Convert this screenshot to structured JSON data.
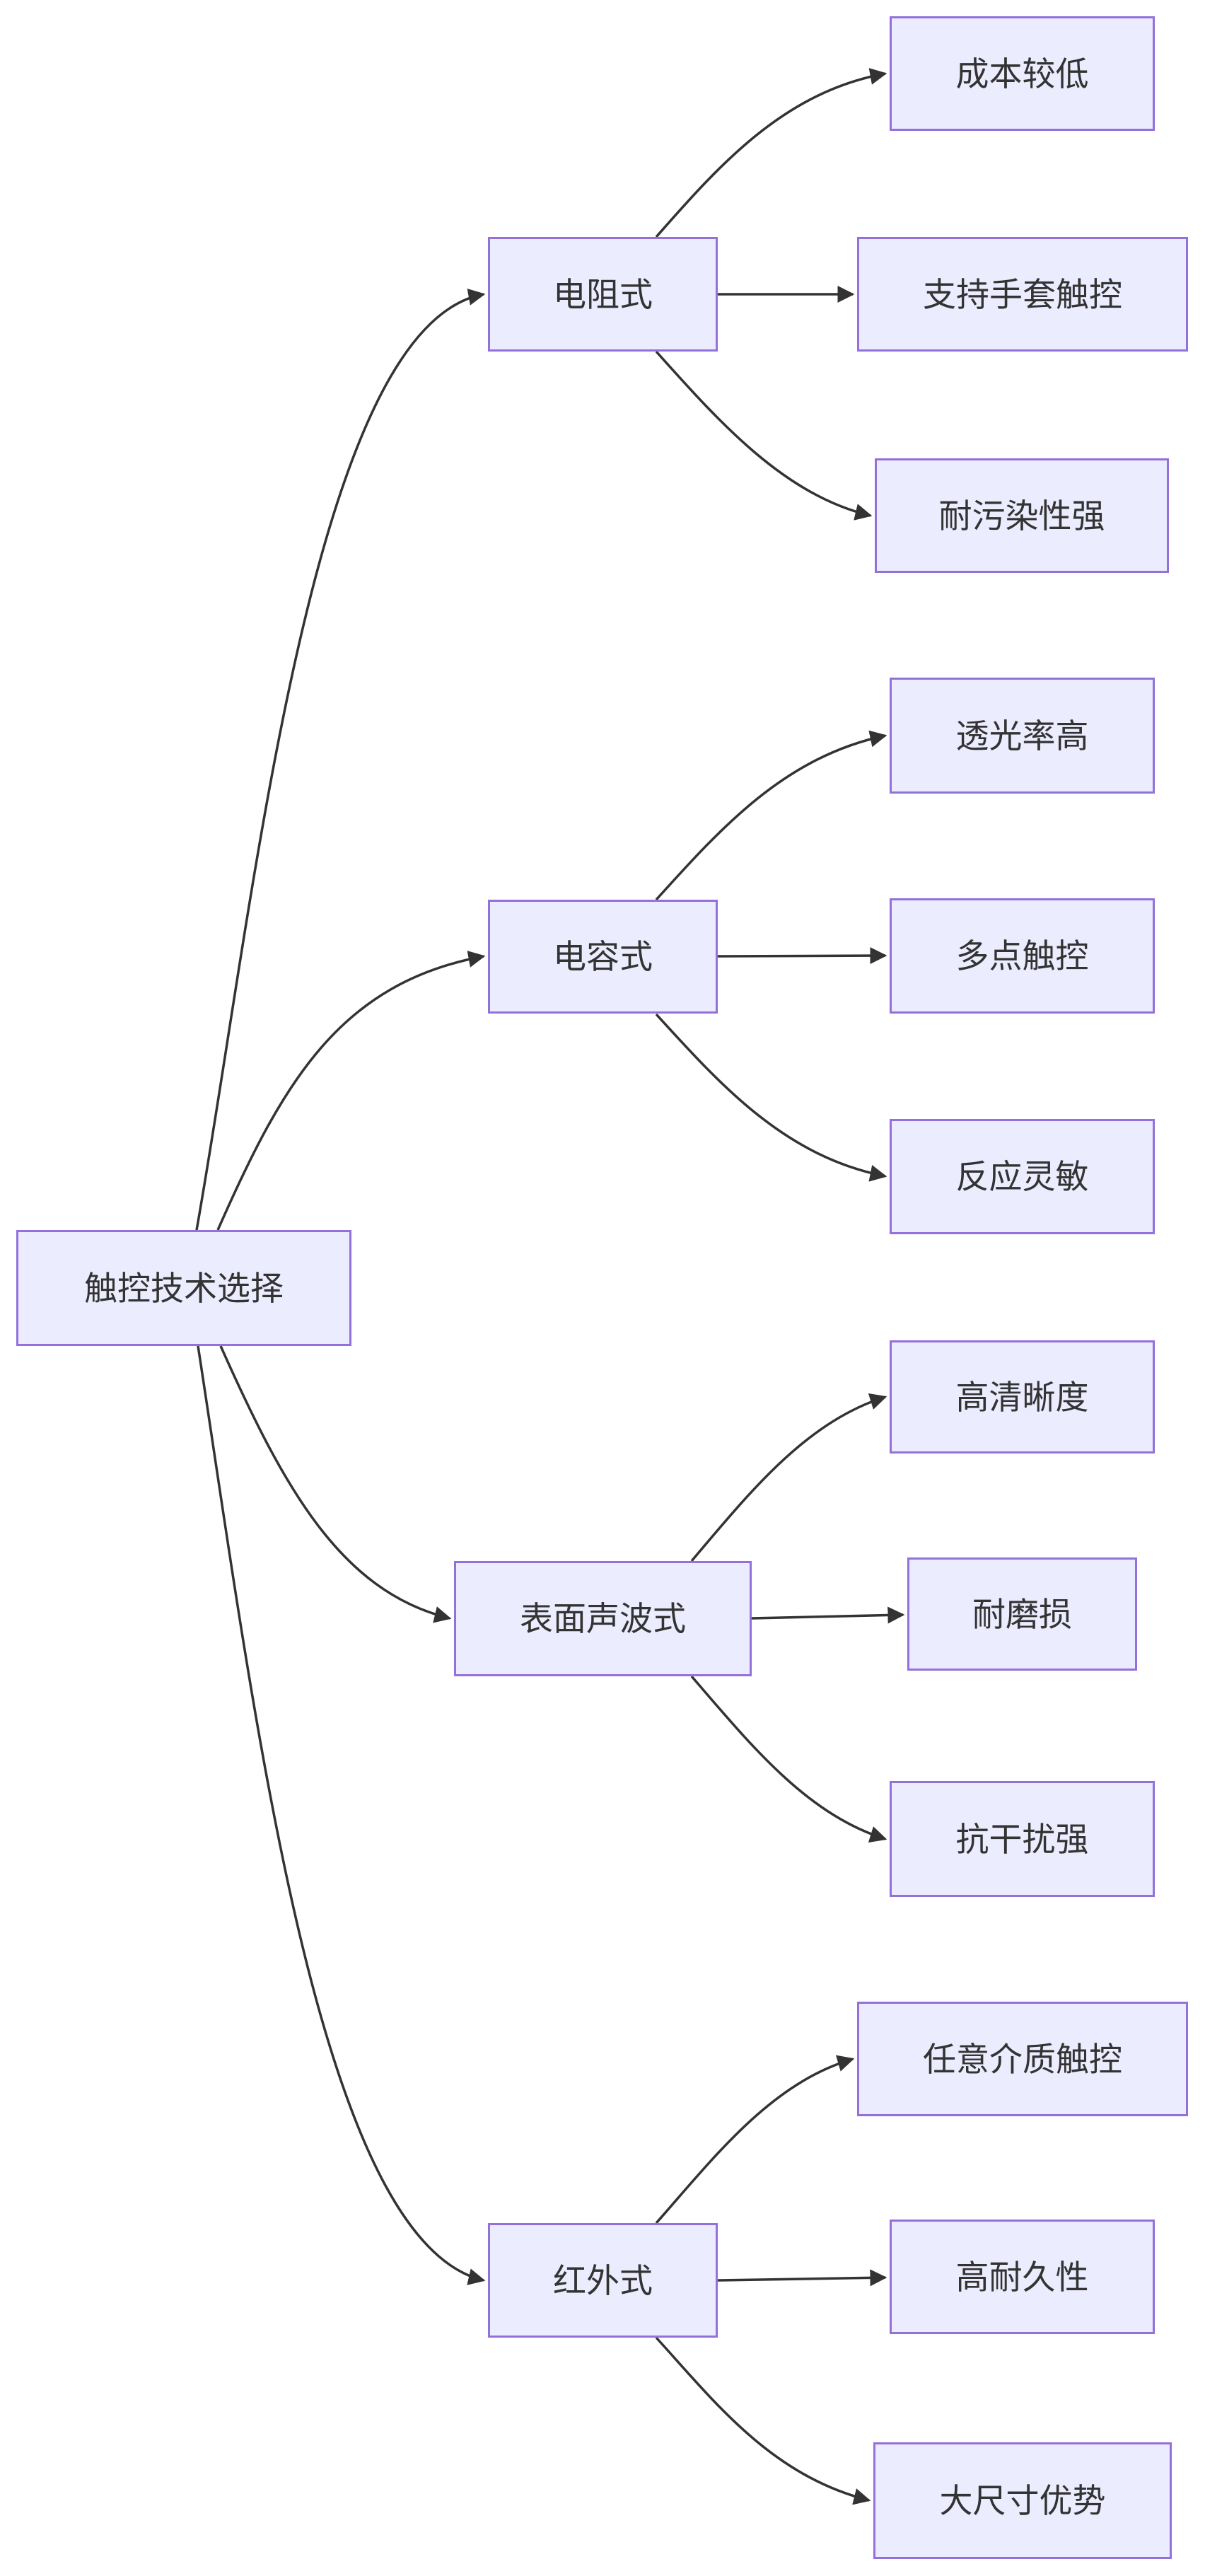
{
  "diagram": {
    "type": "flowchart-lr",
    "root": {
      "label": "触控技术选择"
    },
    "branches": [
      {
        "label": "电阻式",
        "children": [
          {
            "label": "成本较低"
          },
          {
            "label": "支持手套触控"
          },
          {
            "label": "耐污染性强"
          }
        ]
      },
      {
        "label": "电容式",
        "children": [
          {
            "label": "透光率高"
          },
          {
            "label": "多点触控"
          },
          {
            "label": "反应灵敏"
          }
        ]
      },
      {
        "label": "表面声波式",
        "children": [
          {
            "label": "高清晰度"
          },
          {
            "label": "耐磨损"
          },
          {
            "label": "抗干扰强"
          }
        ]
      },
      {
        "label": "红外式",
        "children": [
          {
            "label": "任意介质触控"
          },
          {
            "label": "高耐久性"
          },
          {
            "label": "大尺寸优势"
          }
        ]
      }
    ],
    "style": {
      "node_fill": "#ECECFF",
      "node_border": "#9370DB",
      "text_color": "#333333",
      "edge_color": "#333333",
      "background": "#FFFFFF"
    }
  }
}
